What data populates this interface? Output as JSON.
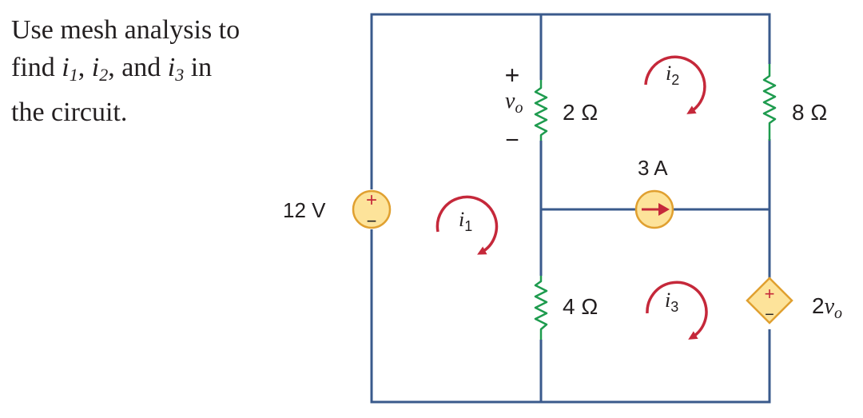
{
  "problem": {
    "line1": "Use mesh analysis to",
    "line2_prefix": "find ",
    "line2_sep1": ", ",
    "line2_sep2": ", and ",
    "line2_suffix": " in",
    "line3": "the circuit.",
    "var_symbol": "i",
    "sub1": "1",
    "sub2": "2",
    "sub3": "3"
  },
  "circuit": {
    "source_12v_label": "12 V",
    "resistor_2_label": "2 Ω",
    "resistor_8_label": "8 Ω",
    "resistor_4_label": "4 Ω",
    "current_source_label": "3 A",
    "dependent_source_label_coef": "2",
    "dependent_source_label_var": "v",
    "dependent_source_label_sub": "o",
    "vo_var": "v",
    "vo_sub": "o",
    "vo_plus": "+",
    "vo_minus": "−",
    "plus": "+",
    "minus": "−",
    "mesh_i1_var": "i",
    "mesh_i1_sub": "1",
    "mesh_i2_var": "i",
    "mesh_i2_sub": "2",
    "mesh_i3_var": "i",
    "mesh_i3_sub": "3"
  },
  "colors": {
    "wire": "#3a5a8c",
    "resistor": "#1e9b4e",
    "source_fill": "#fde39a",
    "source_stroke": "#e0a030",
    "arrow": "#c5283a",
    "text": "#231f20"
  }
}
